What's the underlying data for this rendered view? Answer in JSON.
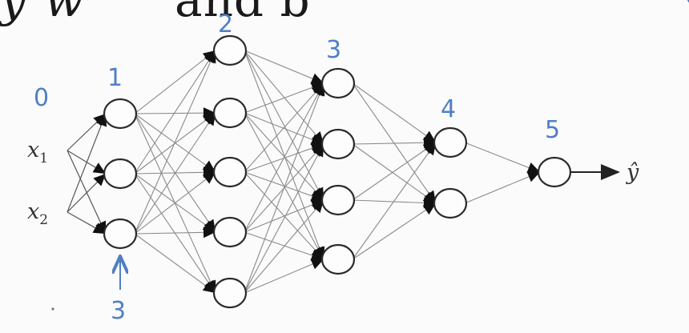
{
  "header": {
    "left_text": "y w",
    "right_text": "and b",
    "right_glyph": "("
  },
  "network": {
    "inputs": [
      {
        "symbol": "x",
        "subscript": "1"
      },
      {
        "symbol": "x",
        "subscript": "2"
      }
    ],
    "input_layer_label": "0",
    "output_label": "ŷ",
    "layers": [
      {
        "label": "1",
        "units": 3
      },
      {
        "label": "2",
        "units": 5
      },
      {
        "label": "3",
        "units": 4
      },
      {
        "label": "4",
        "units": 2
      },
      {
        "label": "5",
        "units": 1
      }
    ],
    "annotation": {
      "text": "3",
      "arrow": "↑"
    },
    "colors": {
      "ink": "#333333",
      "handwriting": "#4f7fc6",
      "edge": "#8a8a8a"
    }
  }
}
